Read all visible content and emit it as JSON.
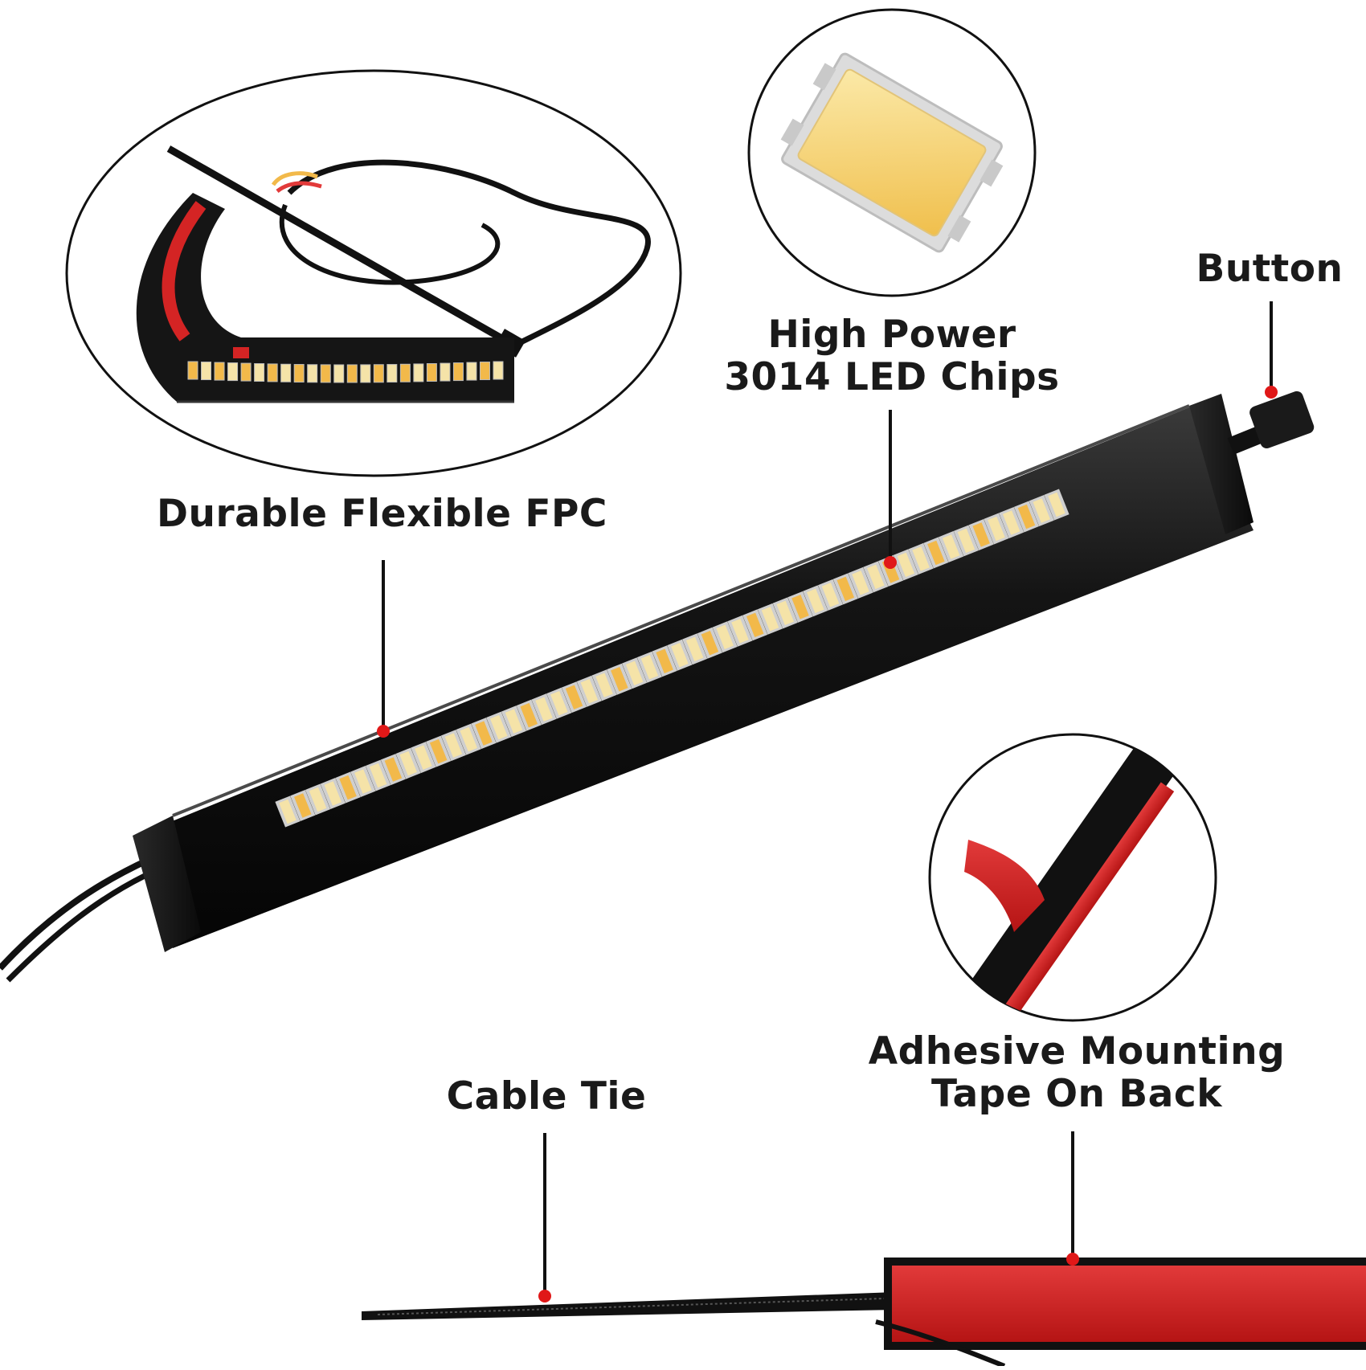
{
  "callouts": {
    "fpc": "Durable Flexible FPC",
    "chips_line1": "High Power",
    "chips_line2": "3014 LED Chips",
    "button": "Button",
    "cable_tie": "Cable Tie",
    "tape_line1": "Adhesive Mounting",
    "tape_line2": "Tape On Back"
  },
  "colors": {
    "housing": "#111111",
    "led_warm": "#f5e3a8",
    "led_amber": "#f2b94a",
    "adhesive_red": "#d42424",
    "leader_line": "#111111",
    "leader_dot": "#e01818",
    "callout_text": "#1a1a1a"
  },
  "led_count": 52,
  "closeup_led_count": 24
}
